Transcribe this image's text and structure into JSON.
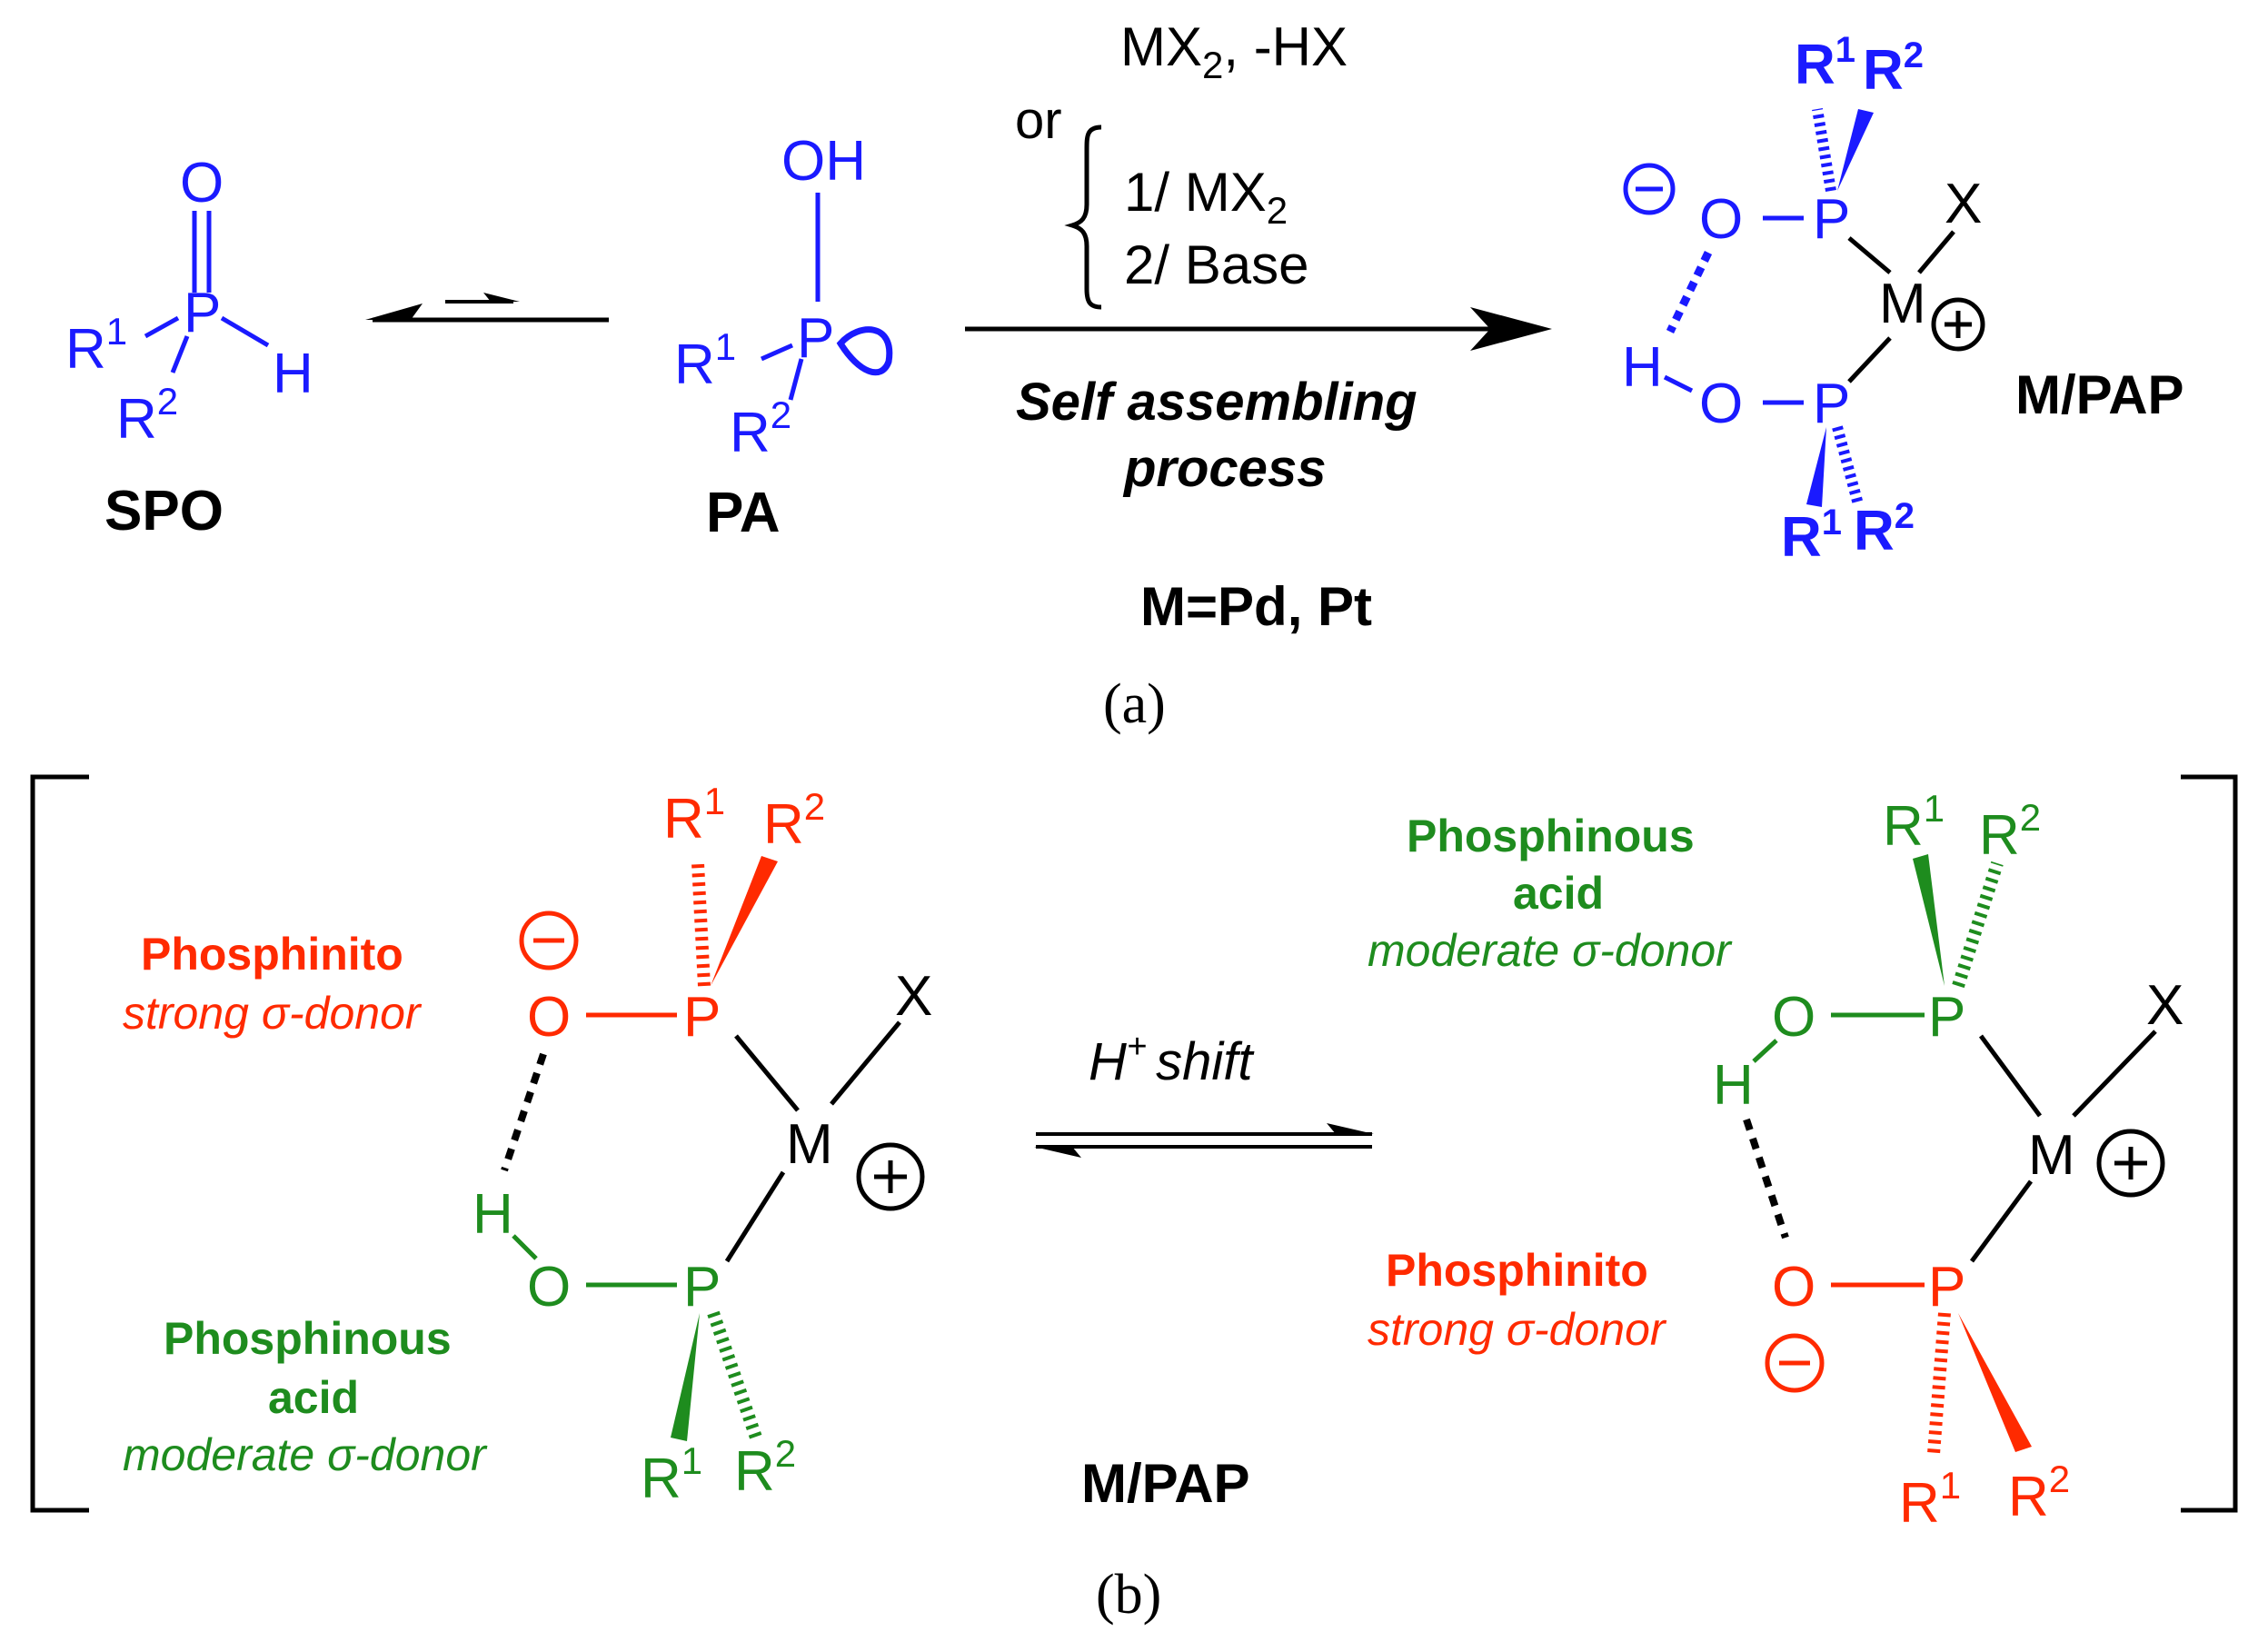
{
  "colors": {
    "blue": "#1a1aff",
    "red": "#ff2a00",
    "green": "#1e8c1e",
    "black": "#000000"
  },
  "atoms": {
    "O": "O",
    "OH": "OH",
    "P": "P",
    "H": "H",
    "R": "R",
    "M": "M",
    "X": "X",
    "sup1": "1",
    "sup2": "2",
    "plus": "+",
    "hplus_sup": "+"
  },
  "panel_a": {
    "spo_label": "SPO",
    "pa_label": "PA",
    "reagent_line1": "MX",
    "reagent_line1_sub": "2",
    "reagent_line1_tail": ", -HX",
    "or_text": "or",
    "step1": "1/ MX",
    "step1_sub": "2",
    "step2": "2/ Base",
    "process_line1": "Self assembling",
    "process_line2": "process",
    "metals": "M=Pd, Pt",
    "product_label": "M/PAP",
    "caption": "(a)"
  },
  "panel_b": {
    "phosphinito": "Phosphinito",
    "strong_donor": "strong σ-donor",
    "phosphinous": "Phosphinous",
    "acid": "acid",
    "moderate_donor": "moderate σ-donor",
    "shift_h": "H",
    "shift_text": "shift",
    "product_label": "M/PAP",
    "caption": "(b)"
  }
}
